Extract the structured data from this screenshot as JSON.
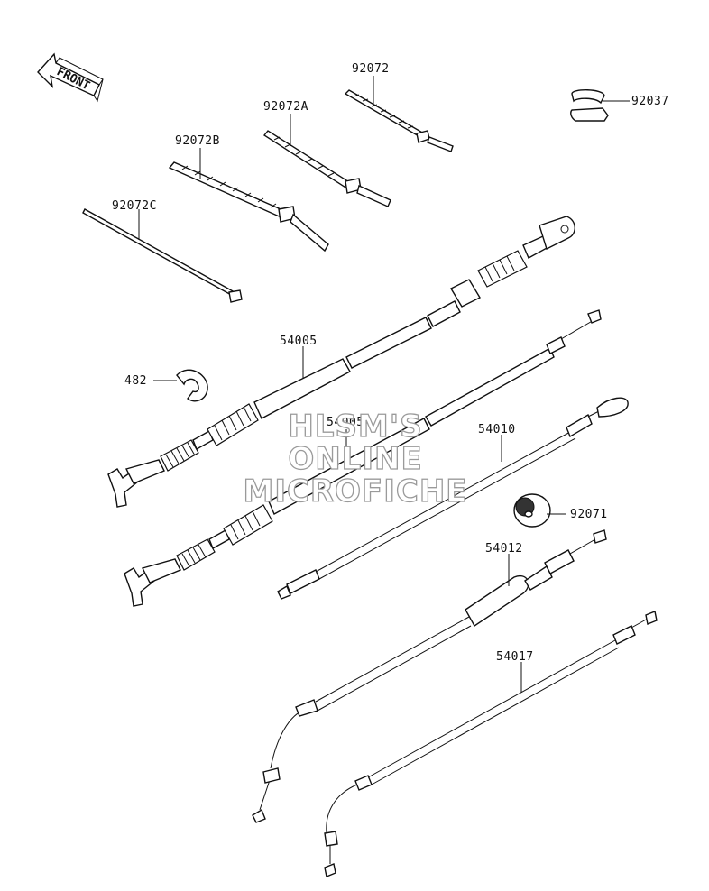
{
  "front_label": "FRONT",
  "watermark": {
    "line1": "HLSM'S",
    "line2": "ONLINE",
    "line3": "MICROFICHE"
  },
  "parts": {
    "p92072": "92072",
    "p92072A": "92072A",
    "p92072B": "92072B",
    "p92072C": "92072C",
    "p92037": "92037",
    "p54005": "54005",
    "p482": "482",
    "p54005A": "54005A",
    "p54010": "54010",
    "p92071": "92071",
    "p54012": "54012",
    "p54017": "54017"
  }
}
